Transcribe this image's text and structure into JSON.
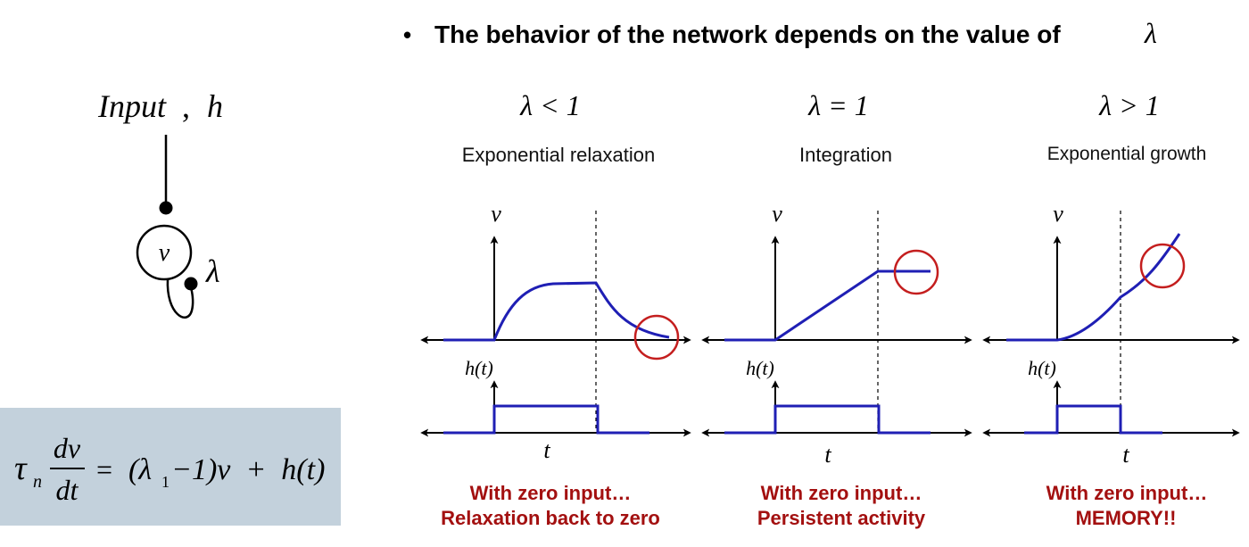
{
  "header": {
    "bullet": "•",
    "title": "The behavior of the network depends on the value of",
    "symbol": "λ"
  },
  "neuron": {
    "input_label": "Input",
    "comma": ",",
    "input_var": "h",
    "node_var": "v",
    "self_weight": "λ"
  },
  "equation": {
    "tau": "τ",
    "tau_sub": "n",
    "numerator": "dv",
    "denominator": "dt",
    "equals": "=",
    "rhs_open": "(λ",
    "rhs_sub": "1",
    "rhs_rest": "−1)v  +  h(t)"
  },
  "panels": [
    {
      "condition": "λ < 1",
      "regime": "Exponential relaxation",
      "v_label": "v",
      "h_label": "h(t)",
      "t_label": "t",
      "caption_line1": "With zero input…",
      "caption_line2": "Relaxation back to zero"
    },
    {
      "condition": "λ = 1",
      "regime": "Integration",
      "v_label": "v",
      "h_label": "h(t)",
      "t_label": "t",
      "caption_line1": "With zero input…",
      "caption_line2": "Persistent activity"
    },
    {
      "condition": "λ > 1",
      "regime": "Exponential growth",
      "v_label": "v",
      "h_label": "h(t)",
      "t_label": "t",
      "caption_line1": "With zero input…",
      "caption_line2": "MEMORY!!"
    }
  ],
  "colors": {
    "curve": "#1f1fb4",
    "highlight": "#c41e1e",
    "caption": "#a31010",
    "axis": "#000000",
    "equation_bg": "#c3d1dc"
  }
}
